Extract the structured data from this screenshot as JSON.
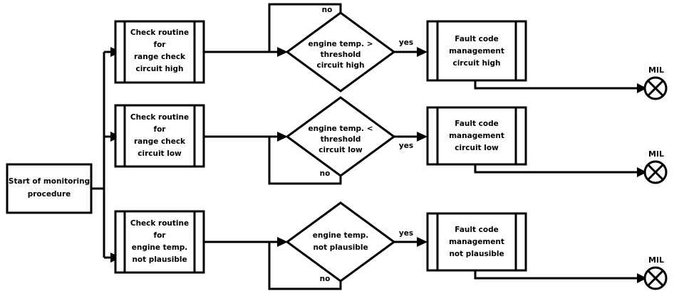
{
  "diagram": {
    "title": "Start of monitoring procedure flowchart",
    "stroke_color": "#000000",
    "background_color": "#ffffff"
  },
  "start": {
    "name": "start-of-monitoring-procedure",
    "lines": [
      "Start of monitoring",
      "procedure"
    ]
  },
  "rows": [
    {
      "id": "circuit-high",
      "check_routine": {
        "lines": [
          "Check routine",
          "for",
          "range check",
          "circuit high"
        ]
      },
      "decision": {
        "lines": [
          "engine temp. >",
          "threshold",
          "circuit high"
        ],
        "yes_label": "yes",
        "no_label": "no",
        "no_position": "top"
      },
      "fault_code": {
        "lines": [
          "Fault code",
          "management",
          "circuit high"
        ]
      },
      "lamp": {
        "label": "MIL",
        "icon": "indicator-lamp-icon"
      }
    },
    {
      "id": "circuit-low",
      "check_routine": {
        "lines": [
          "Check routine",
          "for",
          "range check",
          "circuit low"
        ]
      },
      "decision": {
        "lines": [
          "engine temp. <",
          "threshold",
          "circuit low"
        ],
        "yes_label": "yes",
        "no_label": "no",
        "no_position": "bottom"
      },
      "fault_code": {
        "lines": [
          "Fault code",
          "management",
          "circuit low"
        ]
      },
      "lamp": {
        "label": "MIL",
        "icon": "indicator-lamp-icon"
      }
    },
    {
      "id": "not-plausible",
      "check_routine": {
        "lines": [
          "Check routine",
          "for",
          "engine temp.",
          "not plausible"
        ]
      },
      "decision": {
        "lines": [
          "engine temp.",
          "not plausible"
        ],
        "yes_label": "yes",
        "no_label": "no",
        "no_position": "bottom"
      },
      "fault_code": {
        "lines": [
          "Fault code",
          "management",
          "not plausible"
        ]
      },
      "lamp": {
        "label": "MIL",
        "icon": "indicator-lamp-icon"
      }
    }
  ]
}
